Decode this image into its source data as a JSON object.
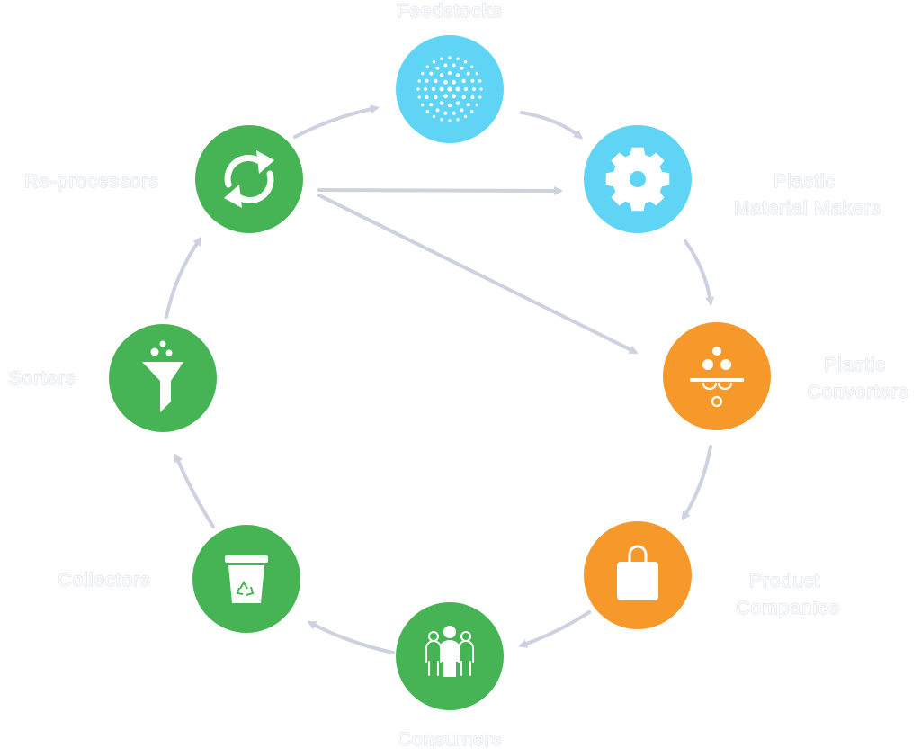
{
  "colors": {
    "feedstock_blue": "#5fd4f5",
    "converter_orange": "#f7982b",
    "circular_green": "#46b454",
    "arrow_grey": "#cdd1e0",
    "label_white": "#ffffff"
  },
  "stages": [
    {
      "id": "feedstocks",
      "label": "Feedstocks",
      "icon": "dots-sphere-icon",
      "color": "feedstock_blue"
    },
    {
      "id": "plastic-material-makers",
      "label_line1": "Plastic",
      "label_line2": "Material Makers",
      "icon": "gear-icon",
      "color": "feedstock_blue"
    },
    {
      "id": "plastic-converters",
      "label_line1": "Plastic",
      "label_line2": "Converters",
      "icon": "pellets-icon",
      "color": "converter_orange"
    },
    {
      "id": "product-companies",
      "label_line1": "Product",
      "label_line2": "Companies",
      "icon": "shopping-bag-icon",
      "color": "converter_orange"
    },
    {
      "id": "consumers",
      "label": "Consumers",
      "icon": "people-icon",
      "color": "circular_green"
    },
    {
      "id": "collectors",
      "label": "Collectors",
      "icon": "recycle-bin-icon",
      "color": "circular_green"
    },
    {
      "id": "sorters",
      "label": "Sorters",
      "icon": "funnel-icon",
      "color": "circular_green"
    },
    {
      "id": "re-processors",
      "label": "Re-processors",
      "icon": "refresh-icon",
      "color": "circular_green"
    }
  ],
  "flows": [
    {
      "from": "feedstocks",
      "to": "plastic-material-makers"
    },
    {
      "from": "plastic-material-makers",
      "to": "plastic-converters"
    },
    {
      "from": "plastic-converters",
      "to": "product-companies"
    },
    {
      "from": "product-companies",
      "to": "consumers"
    },
    {
      "from": "consumers",
      "to": "collectors"
    },
    {
      "from": "collectors",
      "to": "sorters"
    },
    {
      "from": "sorters",
      "to": "re-processors"
    },
    {
      "from": "re-processors",
      "to": "feedstocks"
    },
    {
      "from": "re-processors",
      "to": "plastic-material-makers"
    },
    {
      "from": "re-processors",
      "to": "plastic-converters"
    }
  ]
}
